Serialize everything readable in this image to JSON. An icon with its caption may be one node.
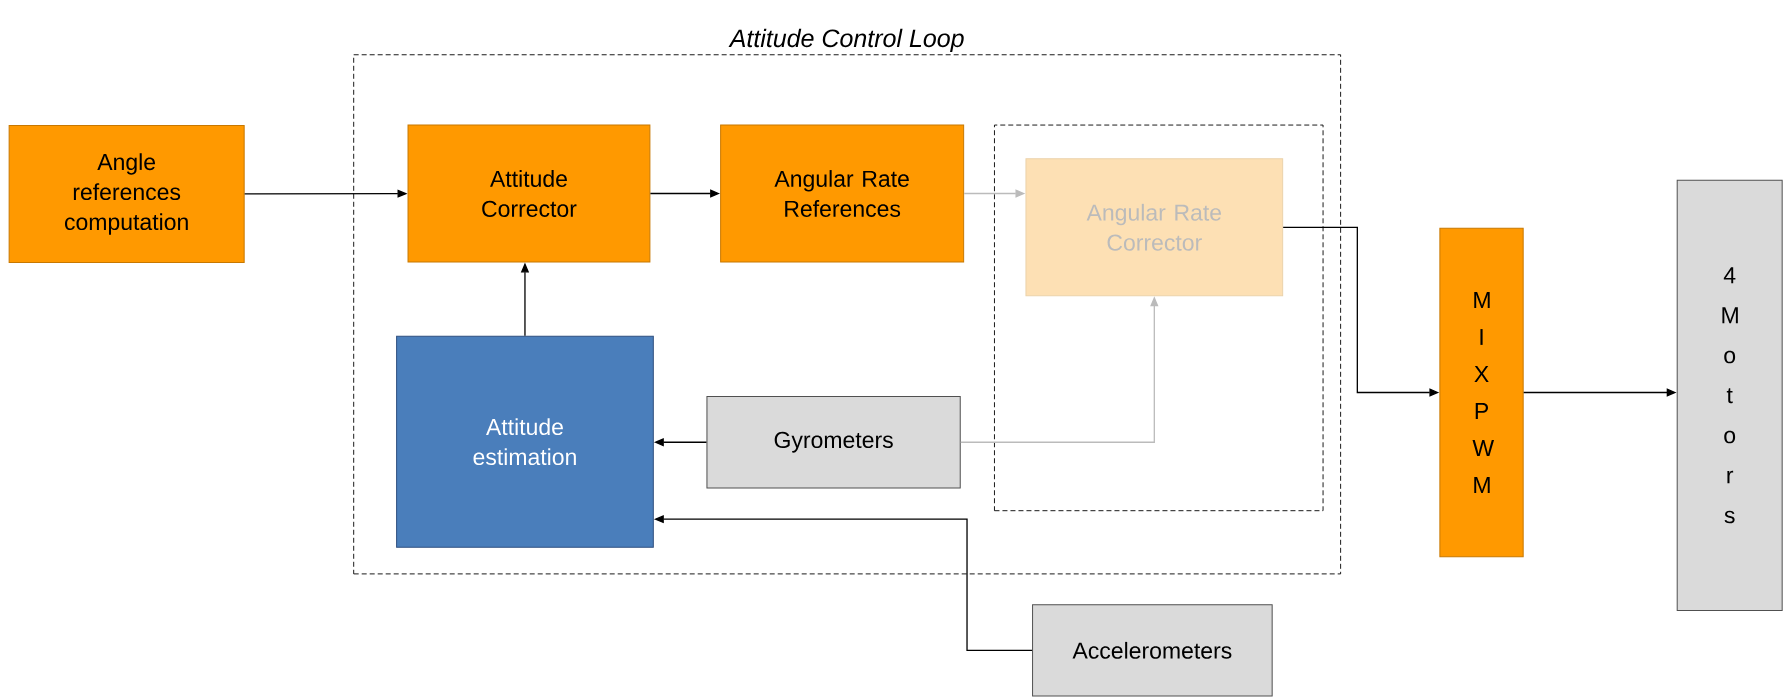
{
  "diagram": {
    "nodes": [
      {
        "text": [
          "Attitude Control Loop"
        ]
      },
      {
        "text": [],
        "shape": "box",
        "in": 0
      },
      {
        "text": [
          "Angle references computation"
        ]
      },
      {
        "text": [
          "Attitude Corrector"
        ],
        "in": 0
      },
      {
        "text": [
          "Angular Rate References"
        ],
        "in": 0
      },
      {
        "text": [
          "Angular Rate Corrector"
        ],
        "in": 1
      },
      {
        "text": [
          "Attitude estimation"
        ],
        "in": 0
      },
      {
        "text": [
          "Gyrometers"
        ],
        "in": 0
      },
      {
        "text": [
          "Accelerometers"
        ]
      },
      {
        "text": [
          "M I X P W M"
        ]
      },
      {
        "text": [
          "4 M o t o r s"
        ]
      }
    ],
    "edges": [
      {
        "from": 2,
        "to": 3,
        "arrow": "to"
      },
      {
        "from": 3,
        "to": 4,
        "arrow": "to"
      },
      {
        "from": 4,
        "to": 5,
        "arrow": "to",
        "color": "#bbbbbb"
      },
      {
        "from": 5,
        "to": 9,
        "arrow": "to"
      },
      {
        "from": 6,
        "to": 3,
        "arrow": "to"
      },
      {
        "from": 7,
        "to": 6,
        "arrow": "to"
      },
      {
        "from": 7,
        "to": 5,
        "arrow": "to",
        "color": "#bbbbbb"
      },
      {
        "from": 8,
        "to": 6,
        "arrow": "to"
      },
      {
        "from": 9,
        "to": 10,
        "arrow": "to"
      }
    ]
  }
}
